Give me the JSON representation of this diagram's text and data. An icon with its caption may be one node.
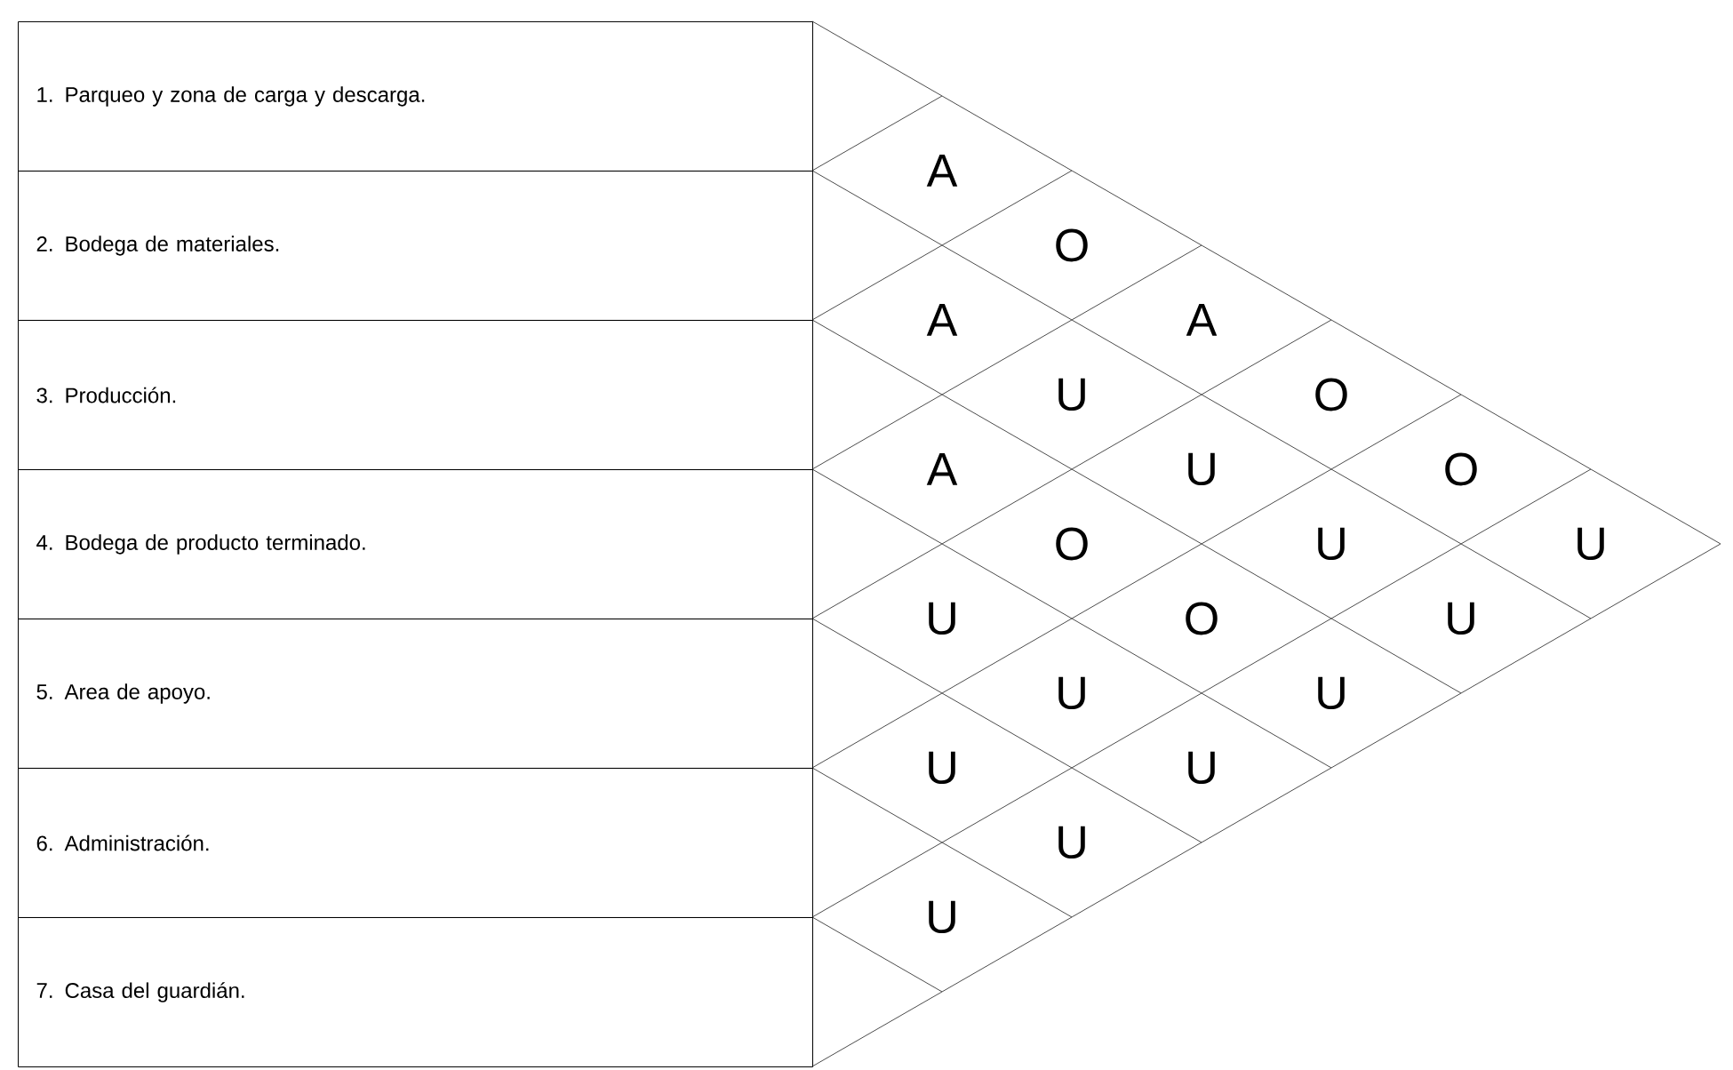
{
  "diagram": {
    "nodes": [
      {
        "text": [
          "1. Parqueo y zona de carga y descarga."
        ]
      },
      {
        "text": [
          "2. Bodega de materiales."
        ]
      },
      {
        "text": [
          "3. Producción."
        ]
      },
      {
        "text": [
          "4. Bodega de producto terminado."
        ]
      },
      {
        "text": [
          "5. Area de apoyo."
        ]
      },
      {
        "text": [
          "6. Administración."
        ]
      },
      {
        "text": [
          "7. Casa del guardián."
        ]
      }
    ],
    "labels": [
      "A",
      "O",
      "A",
      "A",
      "U",
      "O",
      "A",
      "U",
      "O",
      "O",
      "U",
      "U",
      "U",
      "O",
      "U",
      "U",
      "U",
      "U",
      "U",
      "U",
      "U"
    ]
  }
}
